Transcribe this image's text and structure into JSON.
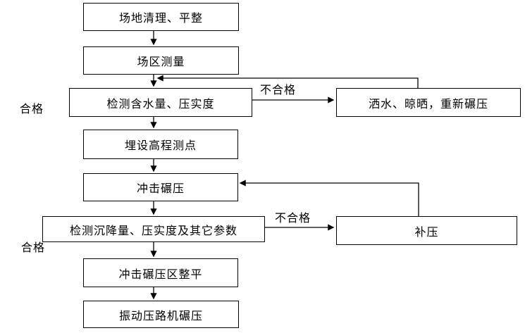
{
  "flowchart": {
    "nodes": [
      {
        "id": "site-clearing",
        "label": "场地清理、平整"
      },
      {
        "id": "site-survey",
        "label": "场区测量"
      },
      {
        "id": "test-moisture-compaction",
        "label": "检测含水量、压实度"
      },
      {
        "id": "embed-elevation-points",
        "label": "埋设高程测点"
      },
      {
        "id": "impact-rolling",
        "label": "冲击碾压"
      },
      {
        "id": "test-settlement-params",
        "label": "检测沉降量、压实度及其它参数"
      },
      {
        "id": "impact-area-leveling",
        "label": "冲击碾压区整平"
      },
      {
        "id": "vibratory-roller-rolling",
        "label": "振动压路机碾压"
      },
      {
        "id": "water-dry-reroll",
        "label": "洒水、晾晒，重新碾压"
      },
      {
        "id": "supplementary-compaction",
        "label": "补压"
      }
    ],
    "edge_labels": {
      "fail_1": "不合格",
      "fail_2": "不合格",
      "pass_1": "合格",
      "pass_2": "合格"
    },
    "colors": {
      "line": "#000000",
      "box_border": "#000000",
      "box_fill": "#ffffff",
      "background": "#ffffff",
      "text": "#000000"
    }
  }
}
